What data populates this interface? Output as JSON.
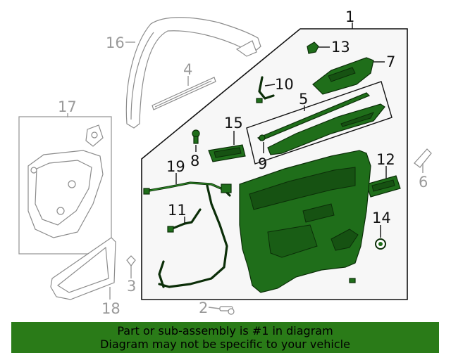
{
  "callouts": {
    "c1": "1",
    "c2": "2",
    "c3": "3",
    "c4": "4",
    "c5": "5",
    "c6": "6",
    "c7": "7",
    "c8": "8",
    "c9": "9",
    "c10": "10",
    "c11": "11",
    "c12": "12",
    "c13": "13",
    "c14": "14",
    "c15": "15",
    "c16": "16",
    "c17": "17",
    "c18": "18",
    "c19": "19"
  },
  "banner": {
    "line1": "Part or sub-assembly is #1 in diagram",
    "line2": "Diagram may not be specific to your vehicle"
  },
  "colors": {
    "highlight_green": "#1f6e1a",
    "banner_green": "#2a7b18",
    "callout_gray": "#9a9a9a",
    "callout_black": "#111111"
  }
}
